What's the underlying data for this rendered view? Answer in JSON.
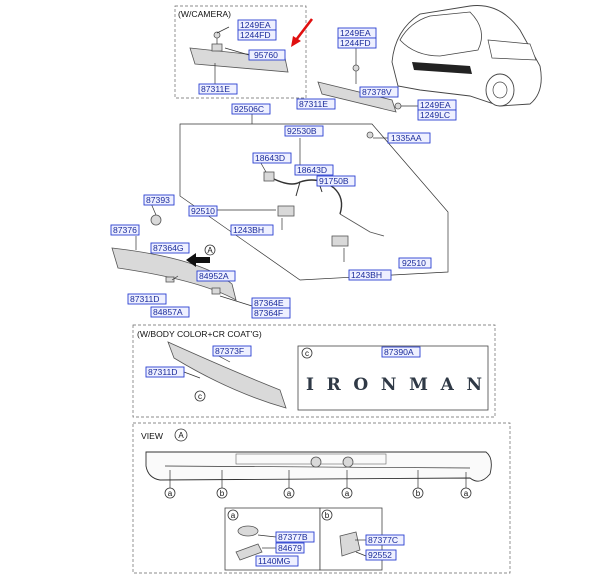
{
  "captions": {
    "camera": "(W/CAMERA)",
    "body_color": "(W/BODY COLOR+CR COAT'G)",
    "view_a": "VIEW"
  },
  "letters": {
    "a": "a",
    "b": "b",
    "c": "c",
    "A": "A"
  },
  "emblem_text": "IRONMAN",
  "labels": {
    "l1249ea_a": "1249EA",
    "l1244fd_a": "1244FD",
    "l95760": "95760",
    "l87311e_a": "87311E",
    "l1249ea_b": "1249EA",
    "l1244fd_b": "1244FD",
    "l87378v": "87378V",
    "l87311e_b": "87311E",
    "l1249ea_c": "1249EA",
    "l1249lc": "1249LC",
    "l92506c": "92506C",
    "l92530b": "92530B",
    "l1335aa": "1335AA",
    "l18643d_a": "18643D",
    "l18643d_b": "18643D",
    "l91750b": "91750B",
    "l87393": "87393",
    "l92510_a": "92510",
    "l1243bh_a": "1243BH",
    "l87376": "87376",
    "l87364g": "87364G",
    "l92510_b": "92510",
    "l1243bh_b": "1243BH",
    "l84952a": "84952A",
    "l87311d_a": "87311D",
    "l87364e": "87364E",
    "l87364f": "87364F",
    "l84857a": "84857A",
    "l87373f": "87373F",
    "l87390a": "87390A",
    "l87311d_b": "87311D",
    "l87377b": "87377B",
    "l84679": "84679",
    "l1140mg": "1140MG",
    "l87377c": "87377C",
    "l92552": "92552"
  }
}
